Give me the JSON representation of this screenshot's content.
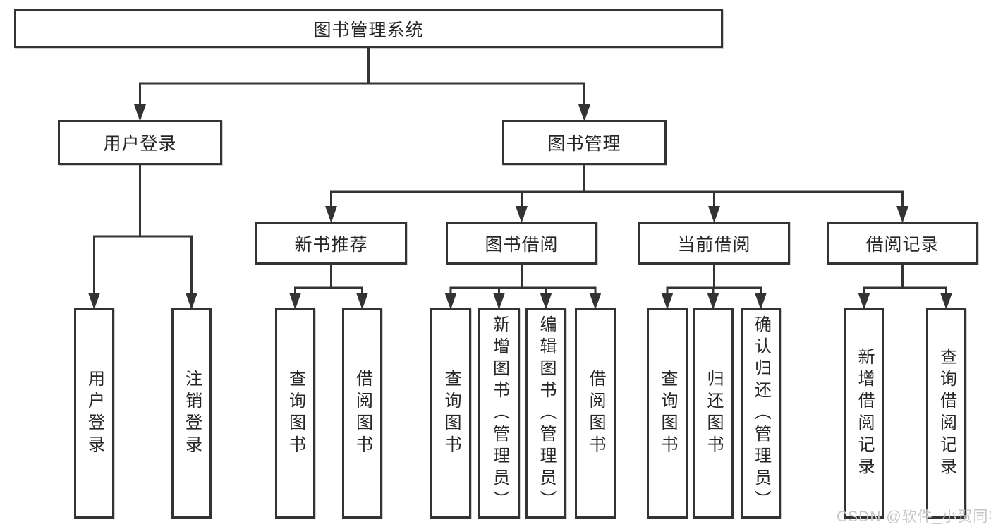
{
  "diagram": {
    "type": "org-tree",
    "title": "图书管理系统",
    "watermark": "CSDN @软件_小贺同学",
    "colors": {
      "line": "#333333",
      "box_border": "#333333",
      "text": "#262626",
      "watermark": "#c6c6c6",
      "background": "#ffffff"
    },
    "nodes": {
      "root": {
        "label": "图书管理系统"
      },
      "user_login": {
        "label": "用户登录"
      },
      "book_mgmt": {
        "label": "图书管理"
      },
      "new_book_rec": {
        "label": "新书推荐"
      },
      "book_borrow": {
        "label": "图书借阅"
      },
      "cur_borrow": {
        "label": "当前借阅"
      },
      "borrow_rec": {
        "label": "借阅记录"
      },
      "ul_login": {
        "label": "用户登录"
      },
      "ul_logout": {
        "label": "注销登录"
      },
      "nbr_query": {
        "label": "查询图书"
      },
      "nbr_borrow": {
        "label": "借阅图书"
      },
      "bb_query": {
        "label": "查询图书"
      },
      "bb_add": {
        "label": "新增图书（管理员）"
      },
      "bb_edit": {
        "label": "编辑图书（管理员）"
      },
      "bb_borrow": {
        "label": "借阅图书"
      },
      "cb_query": {
        "label": "查询图书"
      },
      "cb_return": {
        "label": "归还图书"
      },
      "cb_confirm": {
        "label": "确认归还（管理员）"
      },
      "br_add": {
        "label": "新增借阅记录"
      },
      "br_query": {
        "label": "查询借阅记录"
      }
    },
    "hierarchy": [
      {
        "parent": "root",
        "children": [
          "user_login",
          "book_mgmt"
        ]
      },
      {
        "parent": "user_login",
        "children": [
          "ul_login",
          "ul_logout"
        ]
      },
      {
        "parent": "book_mgmt",
        "children": [
          "new_book_rec",
          "book_borrow",
          "cur_borrow",
          "borrow_rec"
        ]
      },
      {
        "parent": "new_book_rec",
        "children": [
          "nbr_query",
          "nbr_borrow"
        ]
      },
      {
        "parent": "book_borrow",
        "children": [
          "bb_query",
          "bb_add",
          "bb_edit",
          "bb_borrow"
        ]
      },
      {
        "parent": "cur_borrow",
        "children": [
          "cb_query",
          "cb_return",
          "cb_confirm"
        ]
      },
      {
        "parent": "borrow_rec",
        "children": [
          "br_add",
          "br_query"
        ]
      }
    ]
  }
}
